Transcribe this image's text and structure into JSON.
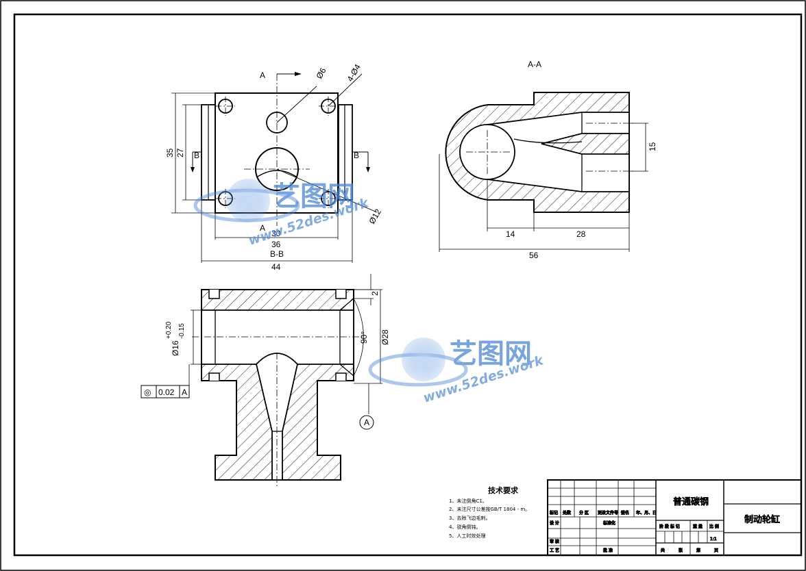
{
  "views": {
    "front_section_label": "A",
    "section_a_title": "A-A",
    "section_b_title": "B-B",
    "section_b_mark": "B"
  },
  "dims": {
    "d6": "Ø6",
    "four_d4": "4-Ø4",
    "d12": "Ø12",
    "d35": "35",
    "d27": "27",
    "d30": "30",
    "d36": "36",
    "d44": "44",
    "d15": "15",
    "d14": "14",
    "d28": "28",
    "d56": "56",
    "d2": "2",
    "angle90": "90°",
    "dia28": "Ø28",
    "dia16": "Ø16",
    "tol_upper": "+0.20",
    "tol_lower": "-0.15"
  },
  "tolerance_frame": {
    "symbol": "◎",
    "value": "0.02",
    "datum": "A"
  },
  "datum_label": "A",
  "tech_req": {
    "title": "技术要求",
    "items": [
      "1、未注倒角C1。",
      "2、未注尺寸公差按GB/T 1804 - m。",
      "3、去除飞边毛刺。",
      "4、锐角倒钝。",
      "5、人工时效处理"
    ]
  },
  "title_block": {
    "material": "普通碳钢",
    "part_name": "制动轮缸",
    "row_labels": [
      "标记",
      "处数",
      "分 区",
      "更改文件号",
      "签名",
      "年、月、日"
    ],
    "design": "设 计",
    "std": "标准化",
    "check": "审 核",
    "process": "工 艺",
    "approve": "批 准",
    "stage_labels": [
      "阶 段 标 记",
      "重 量",
      "比 例"
    ],
    "scale": "1:1",
    "sheets": [
      "共",
      "张",
      "第",
      "页"
    ]
  },
  "watermark": {
    "logo_text": "艺图网",
    "url": "www.52des.work",
    "color": "#4a86d8"
  }
}
